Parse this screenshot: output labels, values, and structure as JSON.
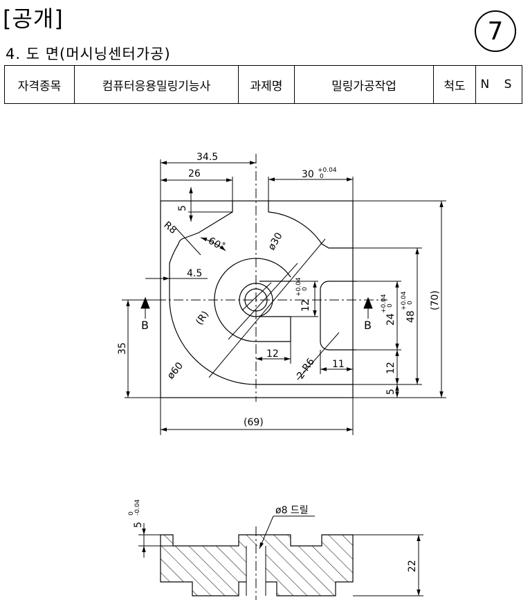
{
  "header": {
    "title": "[공개]",
    "subtitle": "4. 도 면(머시닝센터가공)",
    "page_number": "7"
  },
  "info_table": {
    "cells": [
      "자격종목",
      "컴퓨터응용밀링기능사",
      "과제명",
      "밀링가공작업",
      "척도",
      "N S"
    ]
  },
  "plan_view": {
    "dims": {
      "w345": "34.5",
      "w26": "26",
      "w5top": "5",
      "r8": "R8",
      "a60": "60˚",
      "w45": "4.5",
      "d30": "ø30",
      "r": "(R)",
      "d60": "ø60",
      "w12b": "12",
      "r6": "2-R6",
      "w11": "11",
      "h35": "35",
      "w69": "(69)",
      "h5": "5",
      "h12": "12",
      "h70": "(70)",
      "w30": "30",
      "w30tol_up": "+0.04",
      "w30tol_lo": "0",
      "h12c": "12",
      "h12c_up": "+0.04",
      "h12c_lo": "0",
      "h24": "24",
      "h24_up": "+0.04",
      "h24_lo": "0",
      "h48": "48",
      "h48_up": "+0.04",
      "h48_lo": "0"
    },
    "section_labels": {
      "left": "B",
      "right": "B"
    }
  },
  "section_view": {
    "depth": "5",
    "depth_up": "0",
    "depth_lo": "-0.04",
    "drill": "ø8 드릴",
    "height": "22"
  }
}
